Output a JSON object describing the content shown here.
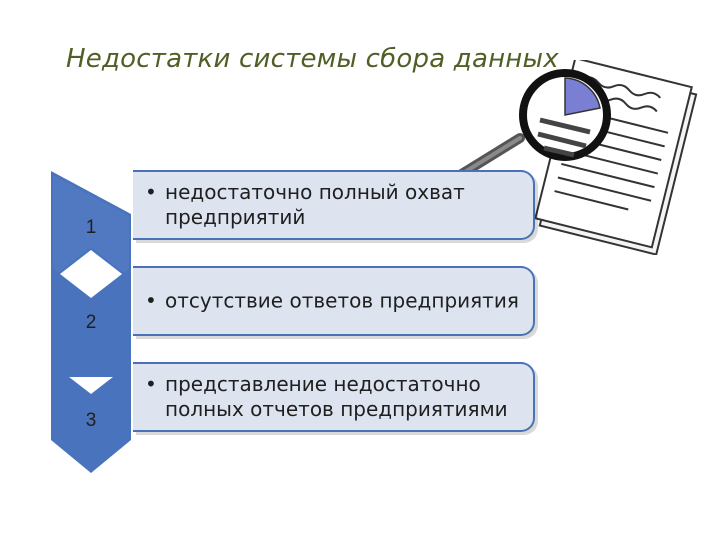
{
  "title": "Недостатки системы сбора данных",
  "steps": [
    {
      "number": "1",
      "lines": [
        "недостаточно полный охват",
        "предприятий"
      ]
    },
    {
      "number": "2",
      "lines": [
        "отсутствие ответов предприятия"
      ]
    },
    {
      "number": "3",
      "lines": [
        "представление недостаточно",
        "полных отчетов предприятиями"
      ]
    }
  ],
  "bullet_char": "•",
  "colors": {
    "chevron_fill": "#4a73bd",
    "box_fill": "#dde4f0",
    "box_border": "#4a72b8",
    "title": "#4f5f25"
  },
  "icons": [
    "magnifier-icon",
    "document-icon"
  ]
}
